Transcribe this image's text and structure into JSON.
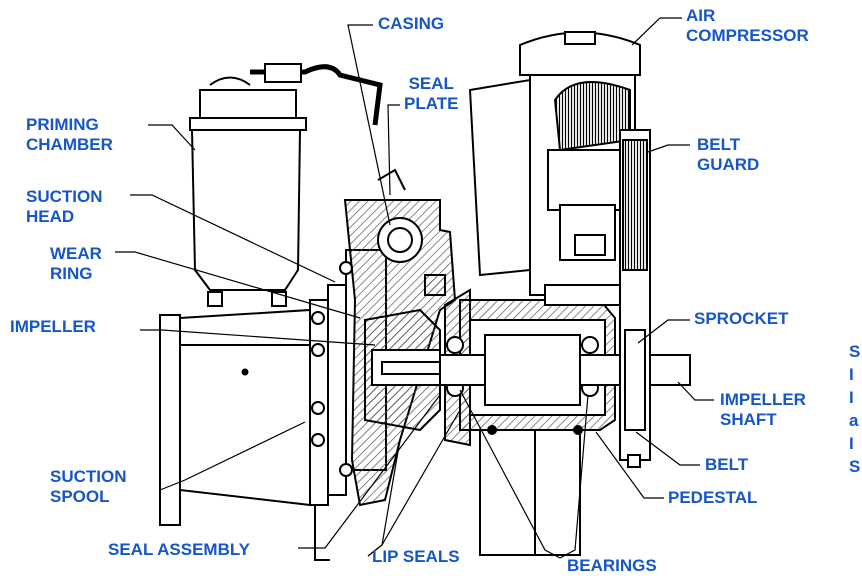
{
  "labels": {
    "casing": "CASING",
    "air_compressor": [
      "AIR",
      "COMPRESSOR"
    ],
    "seal_plate": [
      "SEAL",
      "PLATE"
    ],
    "priming_chamber": [
      "PRIMING",
      "CHAMBER"
    ],
    "belt_guard": [
      "BELT",
      "GUARD"
    ],
    "suction_head": [
      "SUCTION",
      "HEAD"
    ],
    "wear_ring": [
      "WEAR",
      "RING"
    ],
    "impeller": "IMPELLER",
    "sprocket": "SPROCKET",
    "impeller_shaft": [
      "IMPELLER",
      "SHAFT"
    ],
    "belt": "BELT",
    "suction_spool": [
      "SUCTION",
      "SPOOL"
    ],
    "pedestal": "PEDESTAL",
    "seal_assembly": "SEAL ASSEMBLY",
    "lip_seals": "LIP SEALS",
    "bearings": "BEARINGS"
  },
  "cut_off_text": [
    "S",
    "I",
    "I",
    "a",
    "I",
    "S"
  ],
  "colors": {
    "label": "#1556c8",
    "line": "#000000",
    "fill": "#ffffff",
    "hatch": "#555555"
  }
}
